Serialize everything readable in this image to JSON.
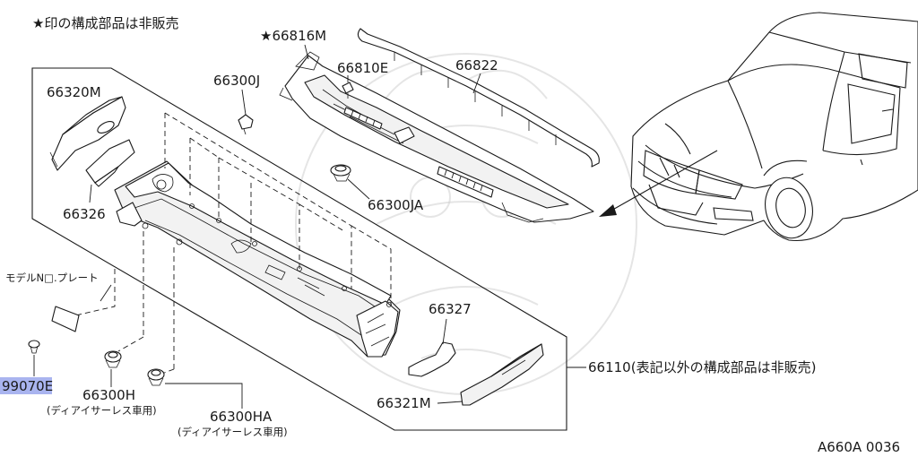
{
  "note": "★印の構成部品は非販売",
  "figure_code": "A660A 0036",
  "labels": {
    "p66816M": "★66816M",
    "p66822": "66822",
    "p66810E": "66810E",
    "p66300J": "66300J",
    "p66320M": "66320M",
    "p66326": "66326",
    "p66300JA": "66300JA",
    "model_plate": "モデルN□.プレート",
    "p66327": "66327",
    "p66110": "66110(表記以外の構成部品は非販売)",
    "p66321M": "66321M",
    "p99070E": "99070E",
    "p66300H": "66300H",
    "p66300H_note": "(ディアイサーレス車用)",
    "p66300HA": "66300HA",
    "p66300HA_note": "(ディアイサーレス車用)"
  },
  "highlight_color": "#a9b4ef"
}
